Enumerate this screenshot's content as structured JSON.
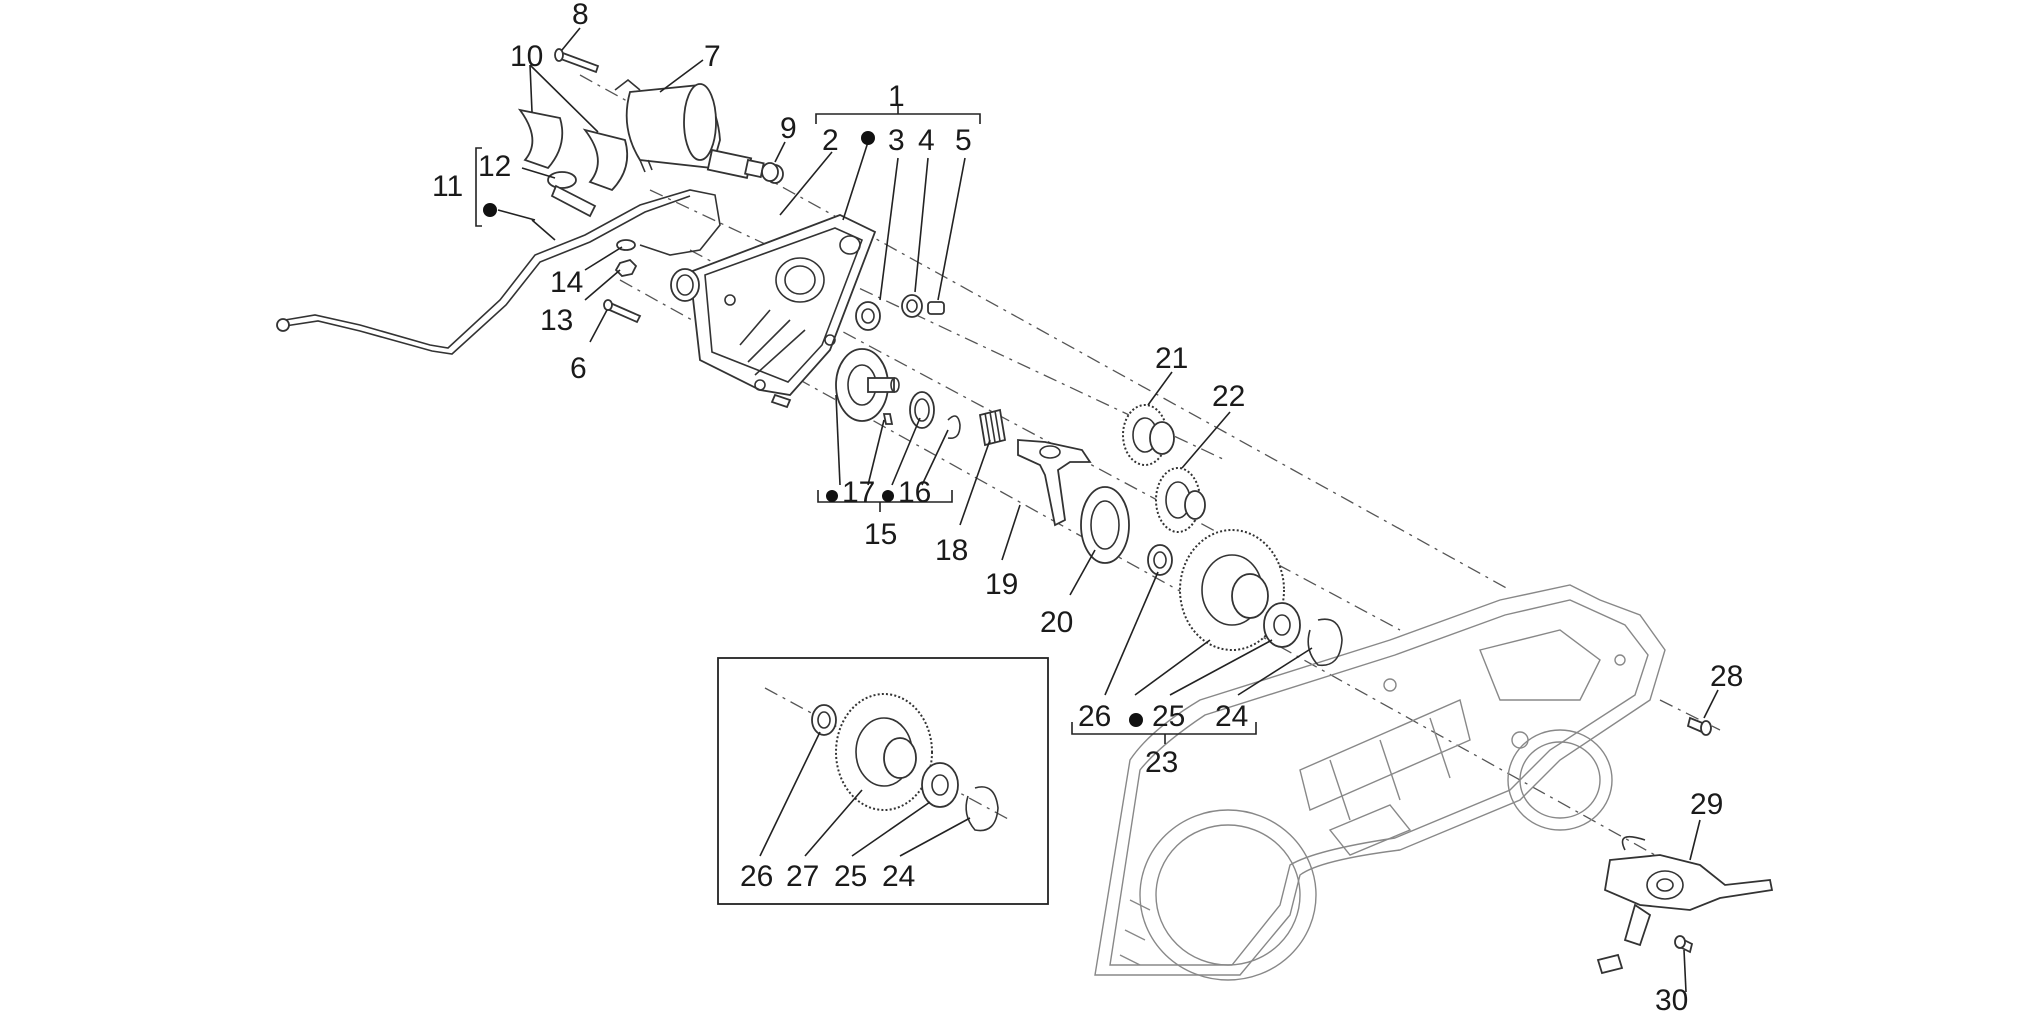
{
  "labels": {
    "l1": "1",
    "l2": "2",
    "l3": "3",
    "l4": "4",
    "l5": "5",
    "l6": "6",
    "l7": "7",
    "l8": "8",
    "l9": "9",
    "l10": "10",
    "l11": "11",
    "l12": "12",
    "l13": "13",
    "l14": "14",
    "l15": "15",
    "l16": "16",
    "l17": "17",
    "l18": "18",
    "l19": "19",
    "l20": "20",
    "l21": "21",
    "l22": "22",
    "l23": "23",
    "l24": "24",
    "l25": "25",
    "l26": "26",
    "l28": "28",
    "l29": "29",
    "l30": "30",
    "inset_26": "26",
    "inset_27": "27",
    "inset_25": "25",
    "inset_24": "24"
  },
  "colors": {
    "line": "#222222",
    "light_line": "#888888",
    "background": "#ffffff"
  }
}
